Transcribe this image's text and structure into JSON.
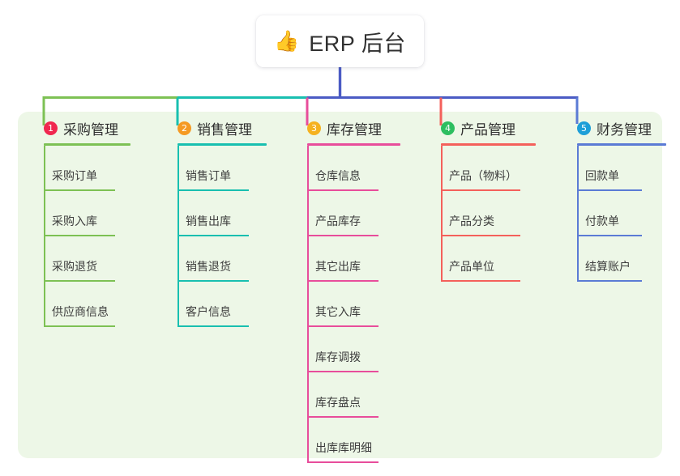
{
  "diagram": {
    "type": "mind-map",
    "root": {
      "icon": "thumbs-up-emoji",
      "emoji": "👍",
      "title": "ERP 后台"
    },
    "panel_background": "#EDF7E7",
    "root_stem_color": "#4A5BC4",
    "branches": [
      {
        "number": "1",
        "label": "采购管理",
        "badge_color": "#F0274F",
        "line_color": "#7DC154",
        "children": [
          "采购订单",
          "采购入库",
          "采购退货",
          "供应商信息"
        ]
      },
      {
        "number": "2",
        "label": "销售管理",
        "badge_color": "#F59A23",
        "line_color": "#18BFB0",
        "children": [
          "销售订单",
          "销售出库",
          "销售退货",
          "客户信息"
        ]
      },
      {
        "number": "3",
        "label": "库存管理",
        "badge_color": "#F5B220",
        "line_color": "#E84D9B",
        "children": [
          "仓库信息",
          "产品库存",
          "其它出库",
          "其它入库",
          "库存调拨",
          "库存盘点",
          "出库库明细"
        ]
      },
      {
        "number": "4",
        "label": "产品管理",
        "badge_color": "#2DBE60",
        "line_color": "#F4605B",
        "children": [
          "产品（物料）",
          "产品分类",
          "产品单位"
        ]
      },
      {
        "number": "5",
        "label": "财务管理",
        "badge_color": "#1E9FD8",
        "line_color": "#5B7BD5",
        "children": [
          "回款单",
          "付款单",
          "结算账户"
        ]
      }
    ]
  }
}
